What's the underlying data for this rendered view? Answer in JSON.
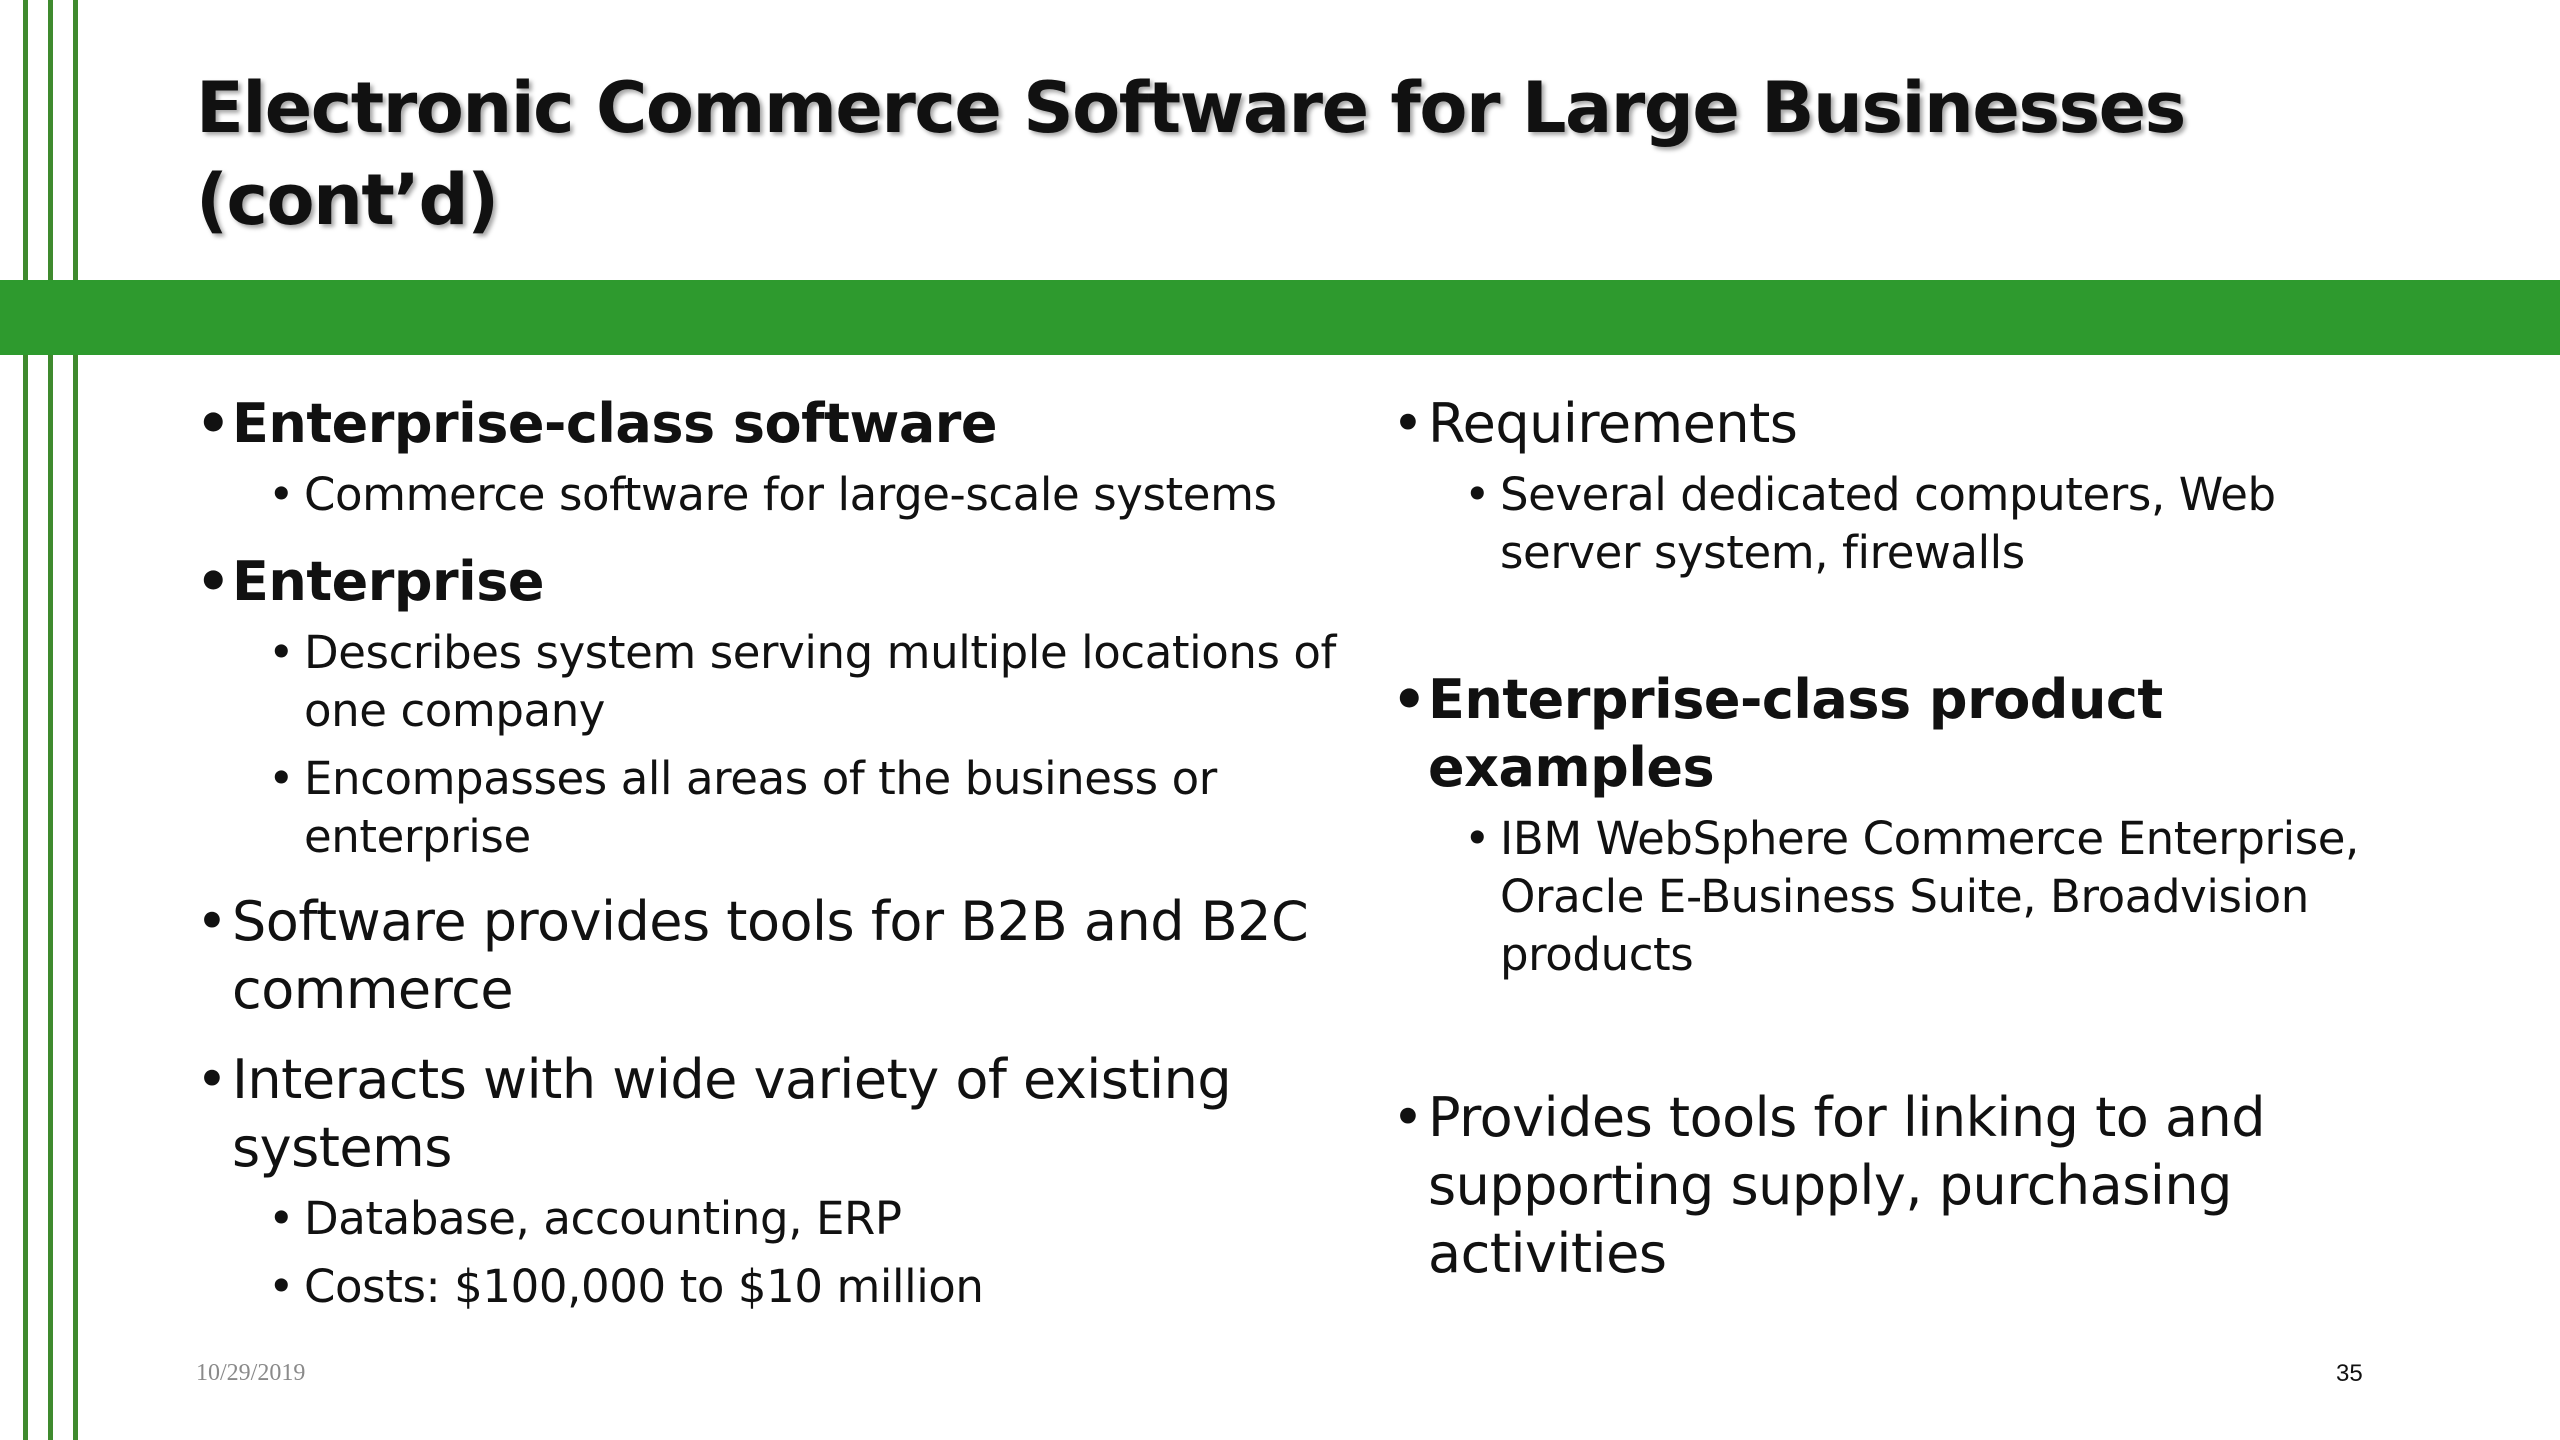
{
  "slide": {
    "title": "Electronic Commerce Software for Large Businesses (cont’d)",
    "bullet_char": "•",
    "left_column": [
      {
        "text": "Enterprise-class software",
        "bold": true,
        "children": [
          "Commerce software for large-scale systems"
        ]
      },
      {
        "text": "Enterprise",
        "bold": true,
        "children": [
          "Describes system serving multiple locations of one company",
          "Encompasses all areas of the business or enterprise"
        ]
      },
      {
        "text": "Software provides tools for B2B and B2C commerce",
        "bold": false,
        "children": []
      },
      {
        "text": "Interacts with wide variety of existing systems",
        "bold": false,
        "children": [
          "Database, accounting, ERP",
          "Costs: $100,000 to $10 million"
        ]
      }
    ],
    "right_column": [
      {
        "text": "Requirements",
        "bold": false,
        "children": [
          "Several dedicated computers, Web server system, firewalls"
        ]
      },
      {
        "text": "Enterprise-class product examples",
        "bold": true,
        "children": [
          "IBM WebSphere Commerce Enterprise, Oracle E-Business Suite, Broadvision products"
        ]
      },
      {
        "text": "Provides tools for linking to and supporting supply, purchasing activities",
        "bold": false,
        "children": []
      }
    ],
    "footer": {
      "date": "10/29/2019",
      "page_number": "35"
    },
    "colors": {
      "band": "#2e9a2e",
      "vertical_lines": "#3f8a2e"
    }
  }
}
